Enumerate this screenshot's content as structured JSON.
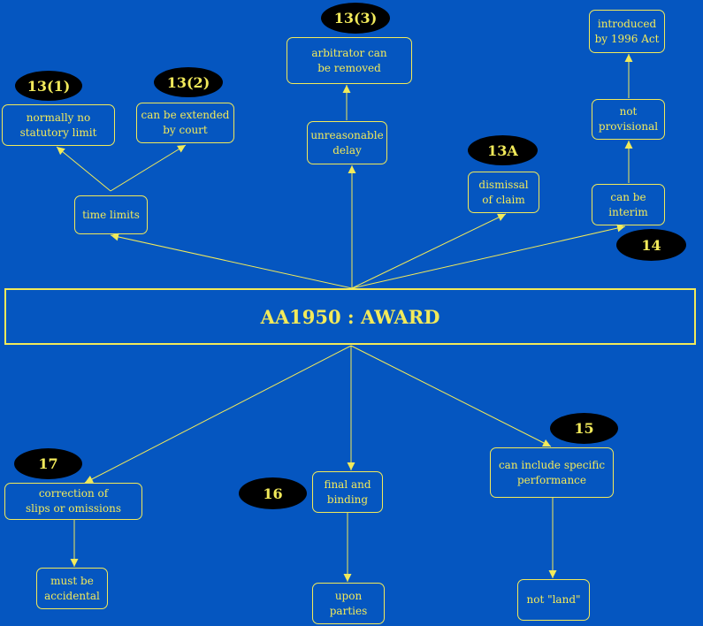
{
  "title": "AA1950 : AWARD",
  "nodes": {
    "time_limits": "time limits",
    "normally_no_limit": "normally no\nstatutory limit",
    "can_be_extended": "can be extended\nby court",
    "unreasonable_delay": "unreasonable\ndelay",
    "arbitrator_removed": "arbitrator can\nbe removed",
    "dismissal": "dismissal\nof claim",
    "can_be_interim": "can be\ninterim",
    "not_provisional": "not\nprovisional",
    "introduced_1996": "introduced\nby 1996 Act",
    "correction": "correction of\nslips or omissions",
    "must_be_accidental": "must be\naccidental",
    "final_binding": "final and\nbinding",
    "upon_parties": "upon parties",
    "specific_performance": "can include specific\nperformance",
    "not_land": "not \"land\""
  },
  "badges": {
    "s13_1": "13(1)",
    "s13_2": "13(2)",
    "s13_3": "13(3)",
    "s13A": "13A",
    "s14": "14",
    "s15": "15",
    "s16": "16",
    "s17": "17"
  },
  "colors": {
    "background": "#0556c0",
    "line": "#f2ea5a",
    "badge": "#000000"
  }
}
